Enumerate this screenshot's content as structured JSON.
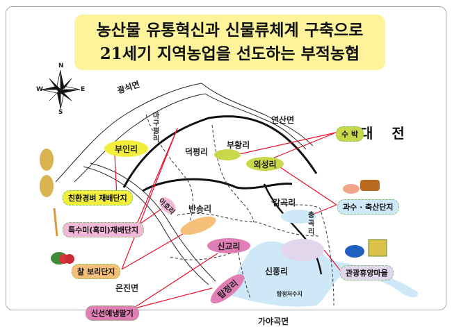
{
  "title": {
    "line1": "농산물 유통혁신과 신물류체계 구축으로",
    "line2": "21세기 지역농업을 선도하는 부적농협"
  },
  "compass": {
    "n": "N",
    "s": "S",
    "e": "E",
    "w": "W"
  },
  "neighbors": {
    "gwangseok": "광석면",
    "yeonsan": "연산면",
    "eunjin": "은진면",
    "gayagok": "가야곡면",
    "daejeon": "대 전"
  },
  "villages": {
    "buin": "부인리",
    "magupyeong": "마구평리",
    "deokpyeong": "덕평리",
    "buhwang": "부황리",
    "oeseong": "외성리",
    "ahori": "아호리",
    "bansong": "반송리",
    "gamgok": "감곡리",
    "chunggok": "충곡리",
    "singyo": "신교리",
    "tapjeong": "탑정리",
    "sinpung": "신풍리",
    "reservoir": "탑정저수지"
  },
  "products": {
    "eco_rice": "친환경벼 재배단지",
    "special_rice": "특수미(흑미)재배단지",
    "barley": "찰 보리단지",
    "strawberry": "신선예냉딸기",
    "watermelon": "수 박",
    "livestock": "과수 · 축산단지",
    "tourism": "관광휴양마을"
  },
  "colors": {
    "title_bg": "#fcf39a",
    "yellow": "#f3ee3c",
    "olive": "#c9d84a",
    "pink": "#f2b8d8",
    "magenta": "#e07fb5",
    "orange": "#f5c07a",
    "lightblue": "#cfe8f7",
    "lavender": "#e2d6ec",
    "link": "#e8102a",
    "water": "#cfe8f7"
  }
}
